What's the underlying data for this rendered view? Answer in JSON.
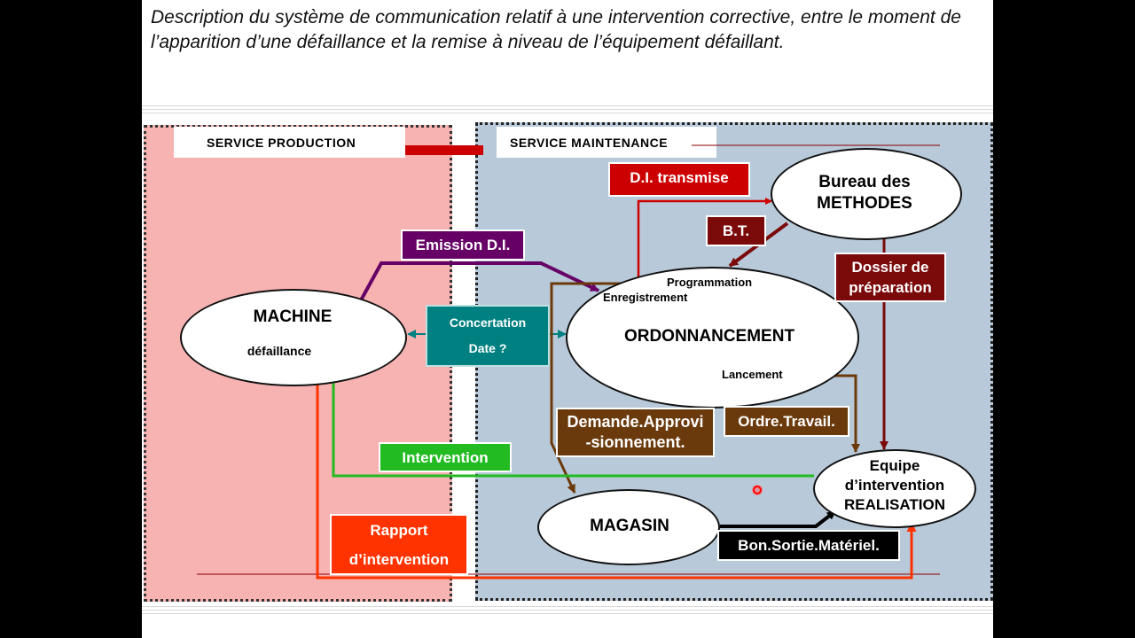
{
  "title": "Description du système de communication relatif à une intervention corrective, entre le moment de l’apparition d’une défaillance et la remise à niveau de l’équipement défaillant.",
  "zones": {
    "production": "SERVICE PRODUCTION",
    "maintenance": "SERVICE MAINTENANCE"
  },
  "nodes": {
    "machine": {
      "title": "MACHINE",
      "sub": "défaillance"
    },
    "ordonnancement": {
      "title": "ORDONNANCEMENT",
      "programmation": "Programmation",
      "enregistrement": "Enregistrement",
      "lancement": "Lancement"
    },
    "methodes": {
      "line1": "Bureau des",
      "line2": "METHODES"
    },
    "magasin": "MAGASIN",
    "equipe": {
      "line1": "Equipe",
      "line2": "d’intervention",
      "line3": "REALISATION"
    }
  },
  "labels": {
    "di_transmise": "D.I. transmise",
    "emission_di": "Emission D.I.",
    "bt": "B.T.",
    "dossier_line1": "Dossier de",
    "dossier_line2": "préparation",
    "concertation": "Concertation",
    "date": "Date ?",
    "demande_line1": "Demande.Approvi",
    "demande_line2": "-sionnement.",
    "ordre_travail": "Ordre.Travail.",
    "intervention": "Intervention",
    "rapport_line1": "Rapport",
    "rapport_line2": "d’intervention",
    "bon_sortie": "Bon.Sortie.Matériel."
  },
  "colors": {
    "production_bg": "#f7b2b2",
    "maintenance_bg": "#b8c9d9",
    "red": "#cc0000",
    "dark_red": "#7b0a0a",
    "purple": "#660066",
    "teal": "#008080",
    "brown": "#6b3a0c",
    "green": "#22bb22",
    "orange_red": "#ff3300",
    "black": "#000000"
  }
}
